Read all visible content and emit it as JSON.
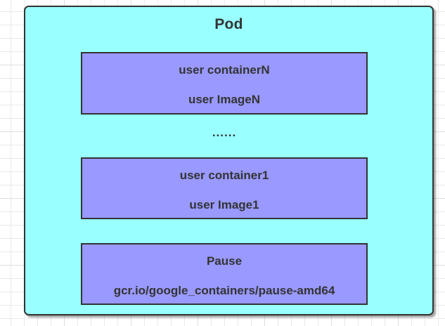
{
  "pod": {
    "title": "Pod",
    "ellipsis": "......",
    "containers": [
      {
        "name": "user containerN",
        "image": "user ImageN"
      },
      {
        "name": "user container1",
        "image": "user Image1"
      },
      {
        "name": "Pause",
        "image": "gcr.io/google_containers/pause-amd64"
      }
    ]
  },
  "colors": {
    "pod_fill": "#99FFFF",
    "container_fill": "#9999FF",
    "stroke": "#333333",
    "text": "#333333",
    "grid_minor": "#E9E9E9",
    "grid_major": "#DEDEDE",
    "canvas_bg": "#FFFFFF"
  }
}
